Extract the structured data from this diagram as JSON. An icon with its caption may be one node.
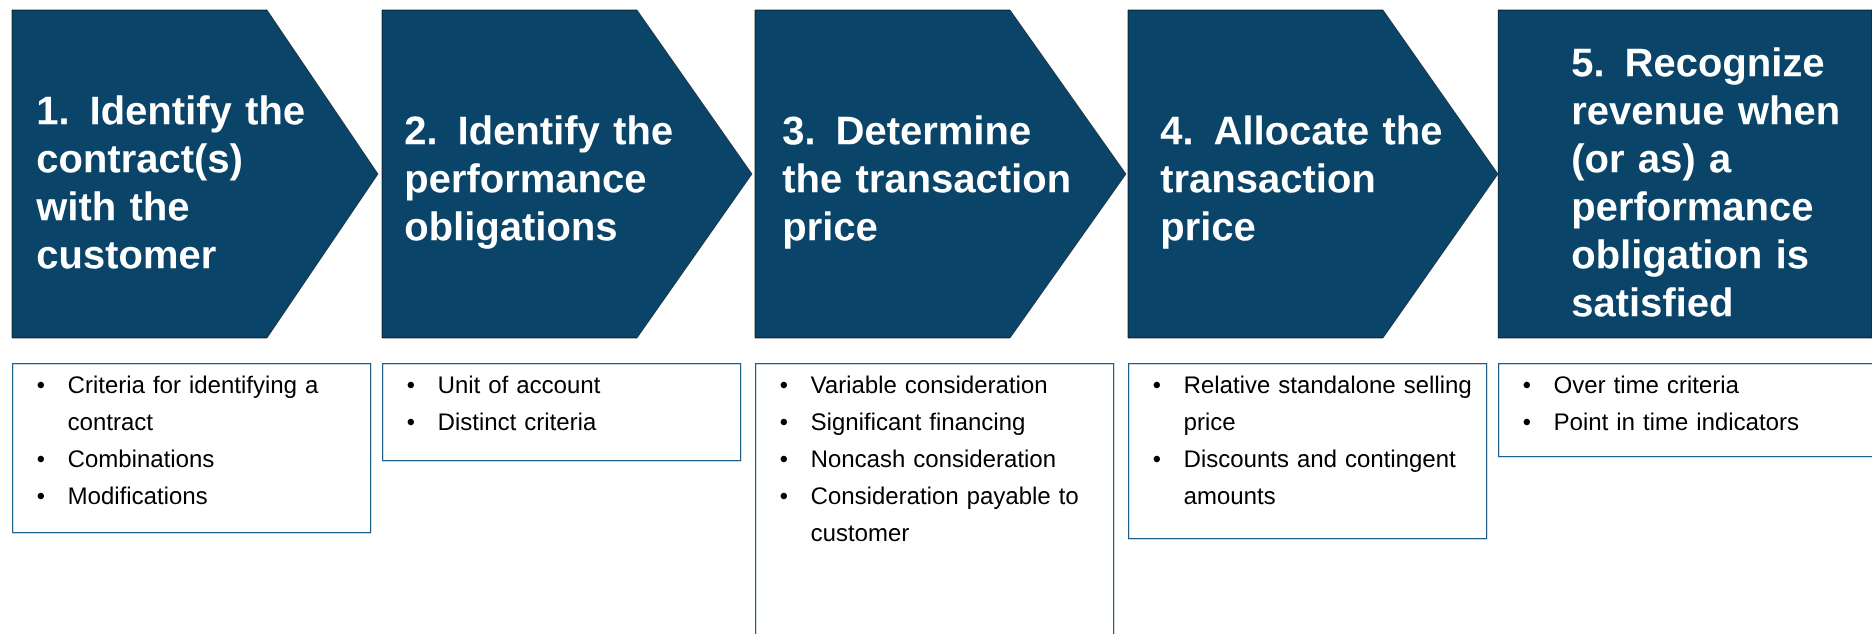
{
  "diagram": {
    "nodes": [
      {
        "text": [
          "1. Identify the contract(s) with the customer"
        ]
      },
      {
        "text": [
          "2. Identify the performance obligations"
        ]
      },
      {
        "text": [
          "3. Determine the transaction price"
        ]
      },
      {
        "text": [
          "4. Allocate the transaction price"
        ]
      },
      {
        "text": [
          "5. Recognize revenue when (or as) a performance obligation is satisfied"
        ]
      },
      {
        "text": [
          "Criteria for identifying a contract",
          "Combinations",
          "Modifications"
        ]
      },
      {
        "text": [
          "Unit of account",
          "Distinct criteria"
        ]
      },
      {
        "text": [
          "Variable consideration",
          "Significant financing",
          "Noncash consideration",
          "Consideration payable to customer"
        ]
      },
      {
        "text": [
          "Relative standalone selling price",
          "Discounts and contingent amounts"
        ]
      },
      {
        "text": [
          "Over time criteria",
          "Point in time indicators"
        ]
      }
    ]
  }
}
